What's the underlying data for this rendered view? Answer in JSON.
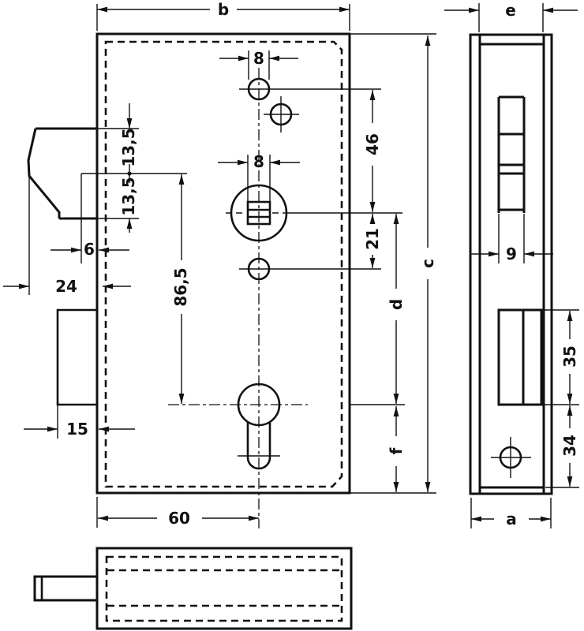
{
  "drawing": {
    "description": "Technical dimension drawing of a mortise lock: front view with latch, follower and profile-cylinder keyhole, side faceplate view and bottom view",
    "views": {
      "front": "front view",
      "side": "side view",
      "bottom": "bottom view"
    }
  },
  "dimensions": {
    "overall_width_b": "b",
    "case_width_e": "e",
    "top_hole_dia": "8",
    "top_hole_to_follower": "46",
    "latch_upper_half": "13,5",
    "latch_lower_half": "13,5",
    "follower_square": "8",
    "follower_to_hole": "21",
    "overall_height_c": "c",
    "slot_width": "9",
    "latch_edge_offset": "6",
    "latch_depth": "24",
    "latch_axis_to_cylinder": "86,5",
    "follower_to_cylinder_d": "d",
    "aperture_height": "35",
    "tab_width": "15",
    "cylinder_to_bottom_f": "f",
    "aperture_to_bottom_zone": "34",
    "backset": "60",
    "faceplate_width_a": "a"
  }
}
